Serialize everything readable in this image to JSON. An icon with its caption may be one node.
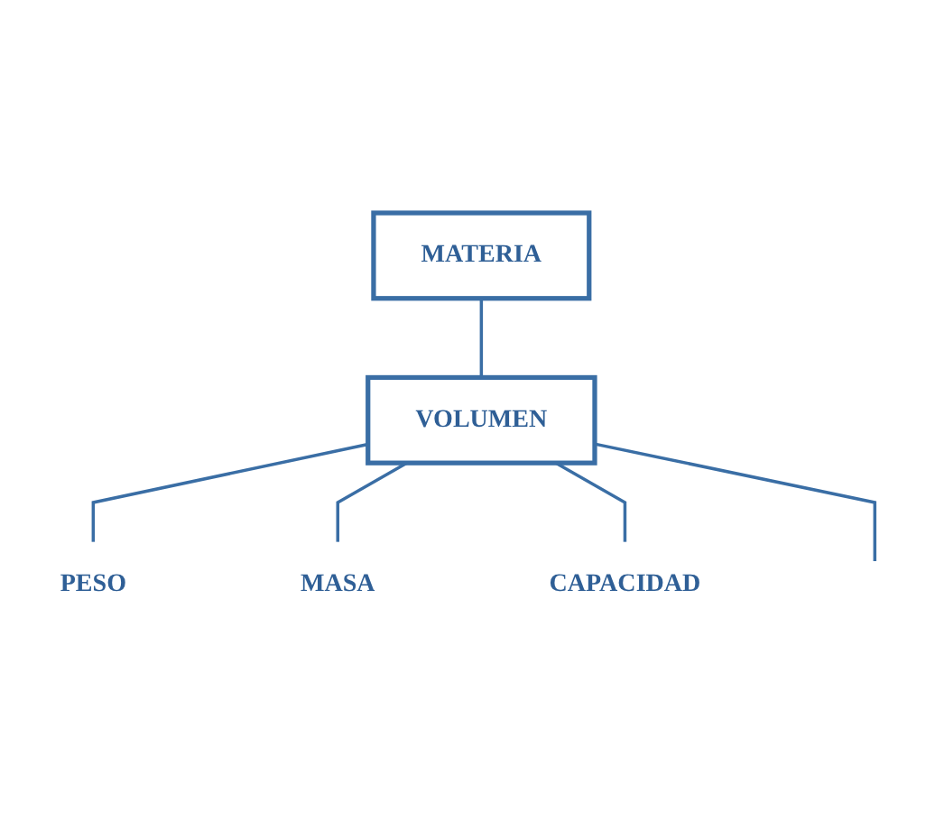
{
  "diagram": {
    "nodes": [
      {
        "text": [
          "MATERIA"
        ]
      },
      {
        "text": [
          "VOLUMEN"
        ]
      },
      {
        "text": [
          "PESO"
        ]
      },
      {
        "text": [
          "MASA"
        ]
      },
      {
        "text": [
          "CAPACIDAD"
        ]
      }
    ],
    "edges": [
      {
        "from": 0,
        "to": 1,
        "arrow": "none"
      },
      {
        "from": 1,
        "to": 2,
        "arrow": "none"
      },
      {
        "from": 1,
        "to": 3,
        "arrow": "none"
      },
      {
        "from": 1,
        "to": 4,
        "arrow": "none"
      },
      {
        "from": 1,
        "to": null,
        "arrow": "none"
      }
    ]
  }
}
